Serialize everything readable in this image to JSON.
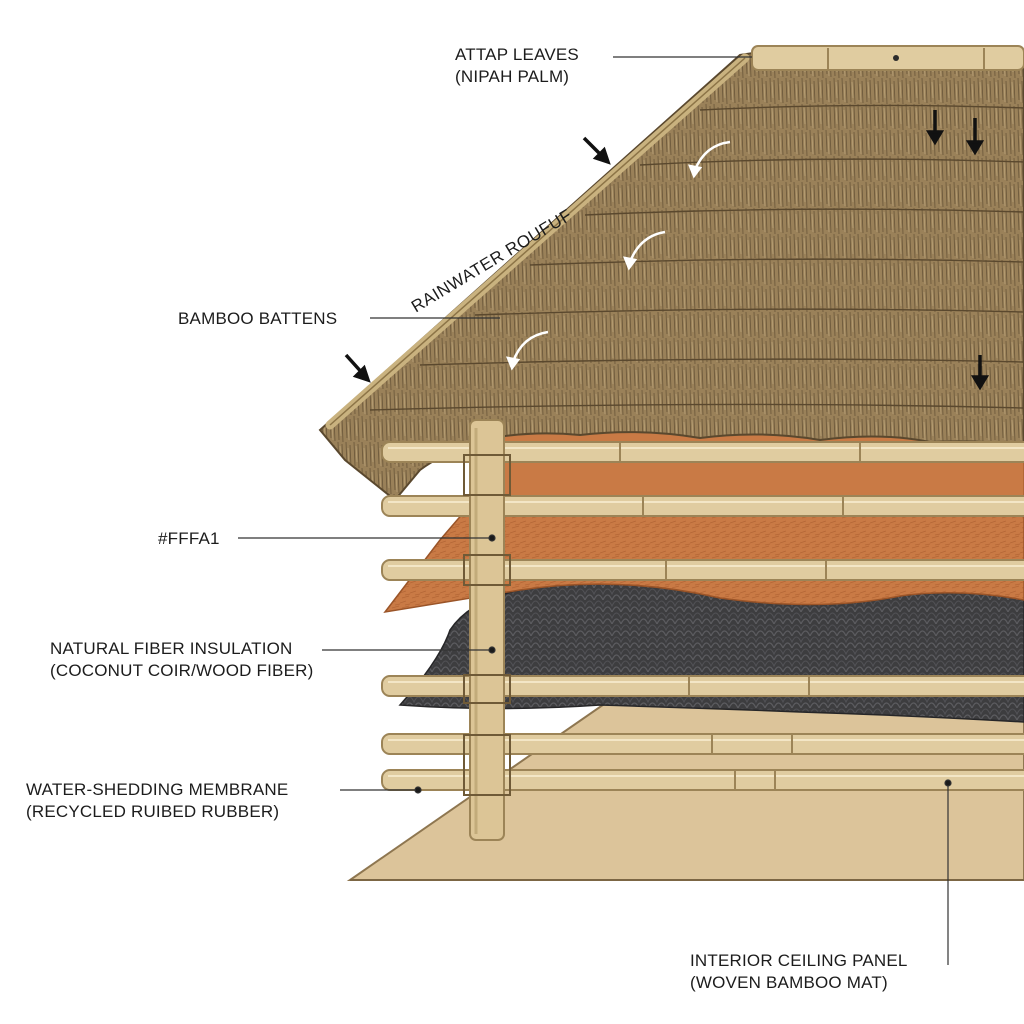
{
  "labels": {
    "attap": {
      "line1": "ATTAP LEAVES",
      "line2": "(NIPAH PALM)"
    },
    "rainwater": "RAINWATER ROUFUF",
    "battens": "BAMBOO BATTENS",
    "hex": "#FFFA1",
    "insulation": {
      "line1": "NATURAL FIBER INSULATION",
      "line2": "(COCONUT COIR/WOOD FIBER)"
    },
    "membrane": {
      "line1": "WATER-SHEDDING MEMBRANE",
      "line2": "(RECYCLED RUIBED RUBBER)"
    },
    "ceiling": {
      "line1": "INTERIOR CEILING PANEL",
      "line2": "(WOVEN BAMBOO MAT)"
    }
  },
  "colors": {
    "thatch": "#9a8159",
    "thatch_dark": "#6e5a3c",
    "coir": "#c97a45",
    "membrane": "#3d3d3f",
    "bamboo": "#e0cca0",
    "bamboo_edge": "#9c8457",
    "ceiling": "#dcc49a",
    "leader": "#333333"
  }
}
